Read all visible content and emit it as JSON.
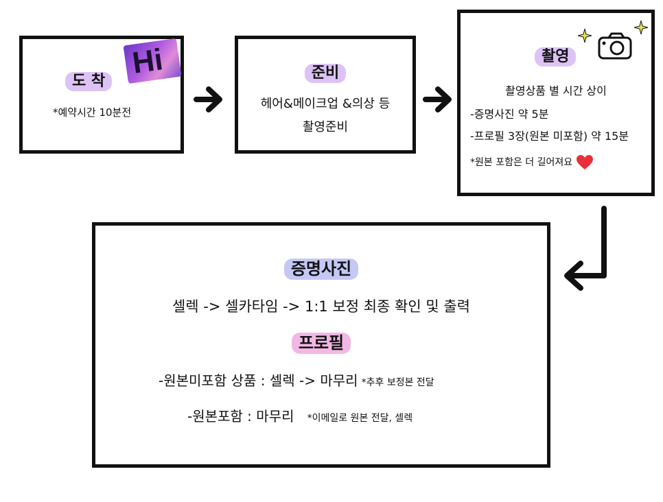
{
  "colors": {
    "lavender": "#ddc3f5",
    "blue_lavender": "#c5c8f5",
    "pink": "#f2b8e4",
    "heart": "#e8303a",
    "sparkle": "#e6e64c",
    "hi_sticker": "#9a3fd6"
  },
  "icons": [
    "arrow-right-icon",
    "arrow-down-left-icon",
    "camera-icon",
    "sparkle-icon",
    "heart-icon",
    "hi-sticker"
  ],
  "step1": {
    "title": "도 착",
    "note": "*예약시간 10분전",
    "sticker": "Hi"
  },
  "step2": {
    "title": "준비",
    "line1": "헤어&메이크업 &의상 등",
    "line2": "촬영준비"
  },
  "step3": {
    "title": "촬영",
    "line1": "촬영상품 별 시간 상이",
    "line2": "-증명사진 약 5분",
    "line3": "-프로필  3장(원본 미포함) 약 15분",
    "note": "*원본 포함은 더 길어져요"
  },
  "step4": {
    "id_title": "증명사진",
    "id_flow": "셀렉  ->   셀카타임   ->   1:1 보정 최종 확인 및 출력",
    "profile_title": "프로필",
    "profile_line1": "-원본미포함 상품 : 셀렉 -> 마무리",
    "profile_line1_note": "*추후 보정본 전달",
    "profile_line2": "-원본포함 : 마무리",
    "profile_line2_note": "*이메일로 원본 전달, 셀렉"
  }
}
